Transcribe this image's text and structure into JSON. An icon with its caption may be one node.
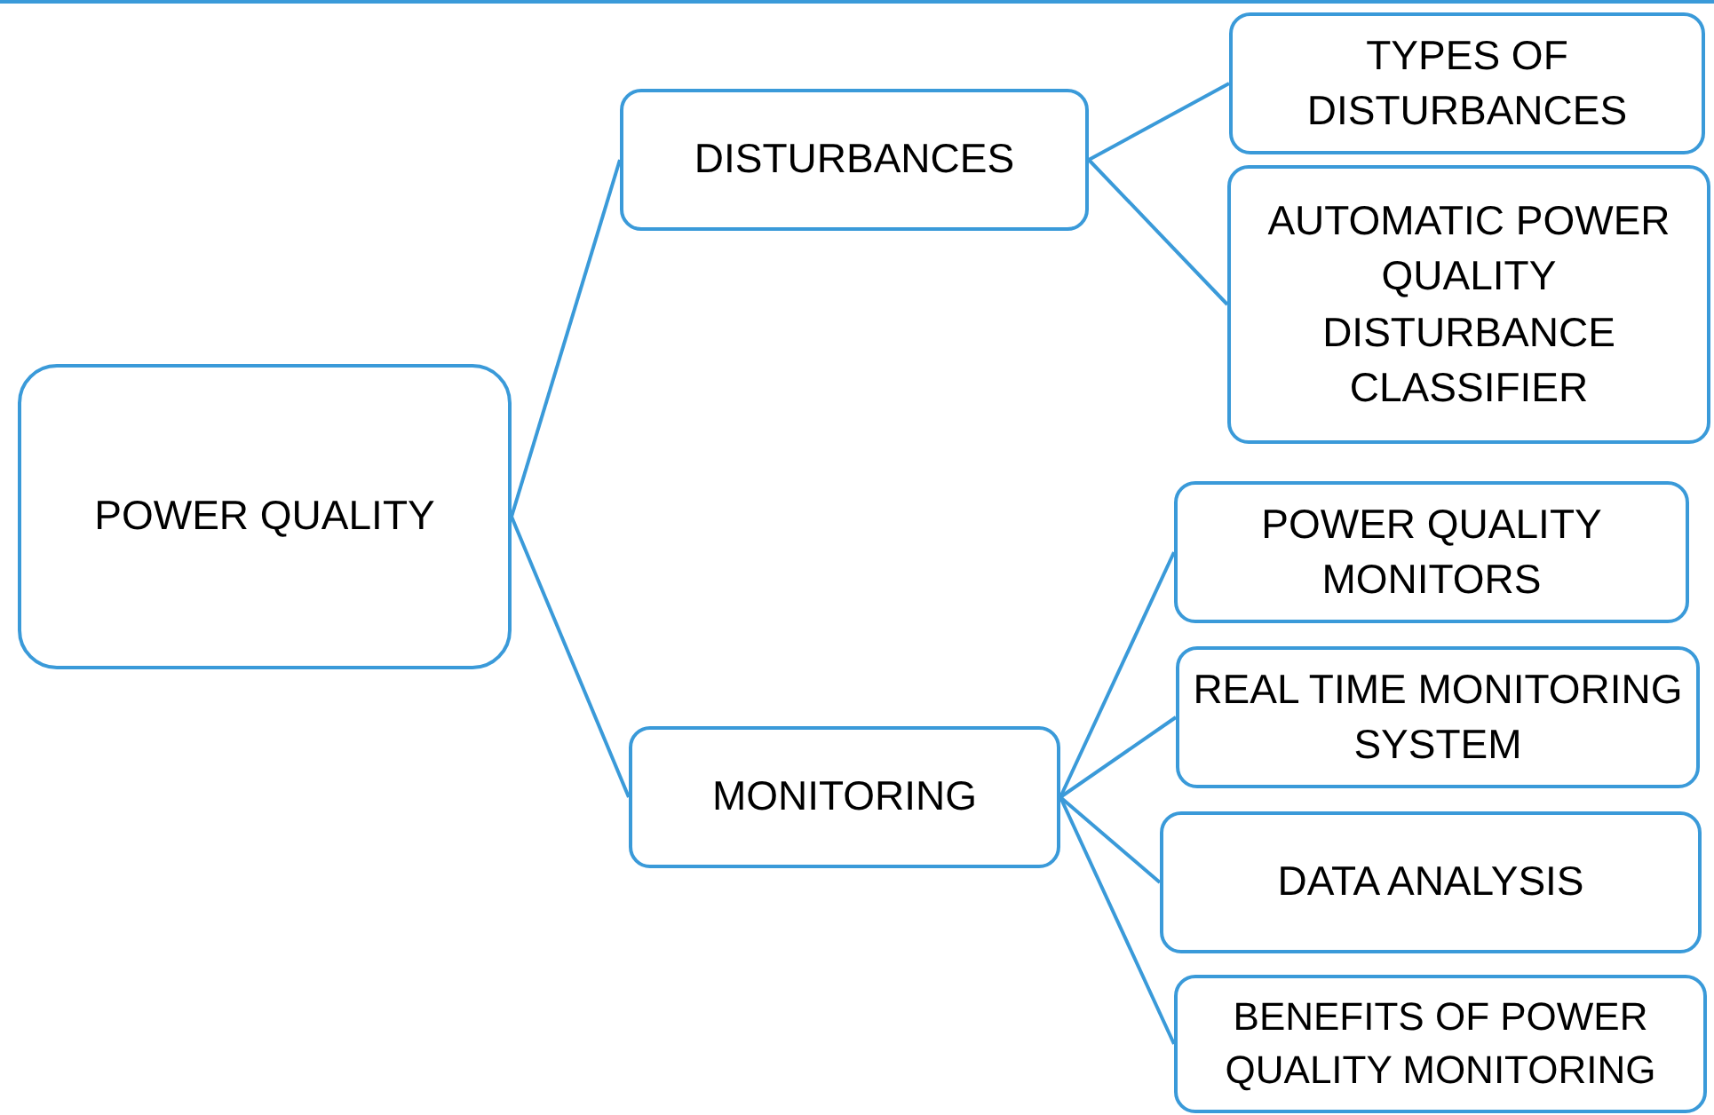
{
  "diagram": {
    "nodes": [
      {
        "text": [
          "POWER QUALITY"
        ]
      },
      {
        "text": [
          "DISTURBANCES"
        ]
      },
      {
        "text": [
          "TYPES OF DISTURBANCES"
        ]
      },
      {
        "text": [
          "AUTOMATIC POWER QUALITY DISTURBANCE CLASSIFIER"
        ]
      },
      {
        "text": [
          "MONITORING"
        ]
      },
      {
        "text": [
          "POWER QUALITY MONITORS"
        ]
      },
      {
        "text": [
          "REAL TIME MONITORING SYSTEM"
        ]
      },
      {
        "text": [
          "DATA ANALYSIS"
        ]
      },
      {
        "text": [
          "BENEFITS OF POWER QUALITY MONITORING"
        ]
      }
    ],
    "edges": [
      {
        "from": 0,
        "to": 1,
        "arrow": "none"
      },
      {
        "from": 0,
        "to": 4,
        "arrow": "none"
      },
      {
        "from": 1,
        "to": 2,
        "arrow": "none"
      },
      {
        "from": 1,
        "to": 3,
        "arrow": "none"
      },
      {
        "from": 4,
        "to": 5,
        "arrow": "none"
      },
      {
        "from": 4,
        "to": 6,
        "arrow": "none"
      },
      {
        "from": 4,
        "to": 7,
        "arrow": "none"
      },
      {
        "from": 4,
        "to": 8,
        "arrow": "none"
      }
    ]
  }
}
